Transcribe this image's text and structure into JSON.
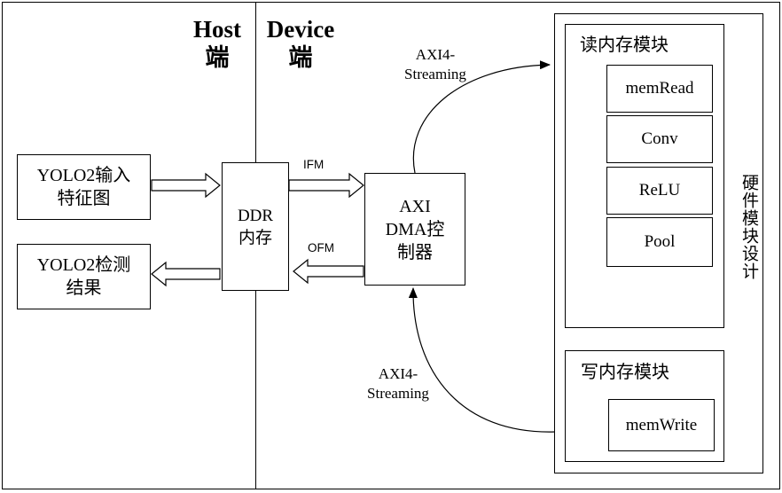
{
  "header": {
    "host": [
      "Host",
      "端"
    ],
    "device": [
      "Device",
      "端"
    ]
  },
  "blocks": {
    "yolo_input": [
      "YOLO2输入",
      "特征图"
    ],
    "yolo_result": [
      "YOLO2检测",
      "结果"
    ],
    "ddr": [
      "DDR",
      "内存"
    ],
    "axi_dma": [
      "AXI",
      "DMA控",
      "制器"
    ],
    "read_group": "读内存模块",
    "mem_read": "memRead",
    "conv": "Conv",
    "relu": "ReLU",
    "pool": "Pool",
    "hw_module": "硬件模块设计",
    "write_group": "写内存模块",
    "mem_write": "memWrite"
  },
  "edges": {
    "ifm": "IFM",
    "ofm": "OFM",
    "axi_stream_top": [
      "AXI4-",
      "Streaming"
    ],
    "axi_stream_bottom": [
      "AXI4-",
      "Streaming"
    ]
  }
}
